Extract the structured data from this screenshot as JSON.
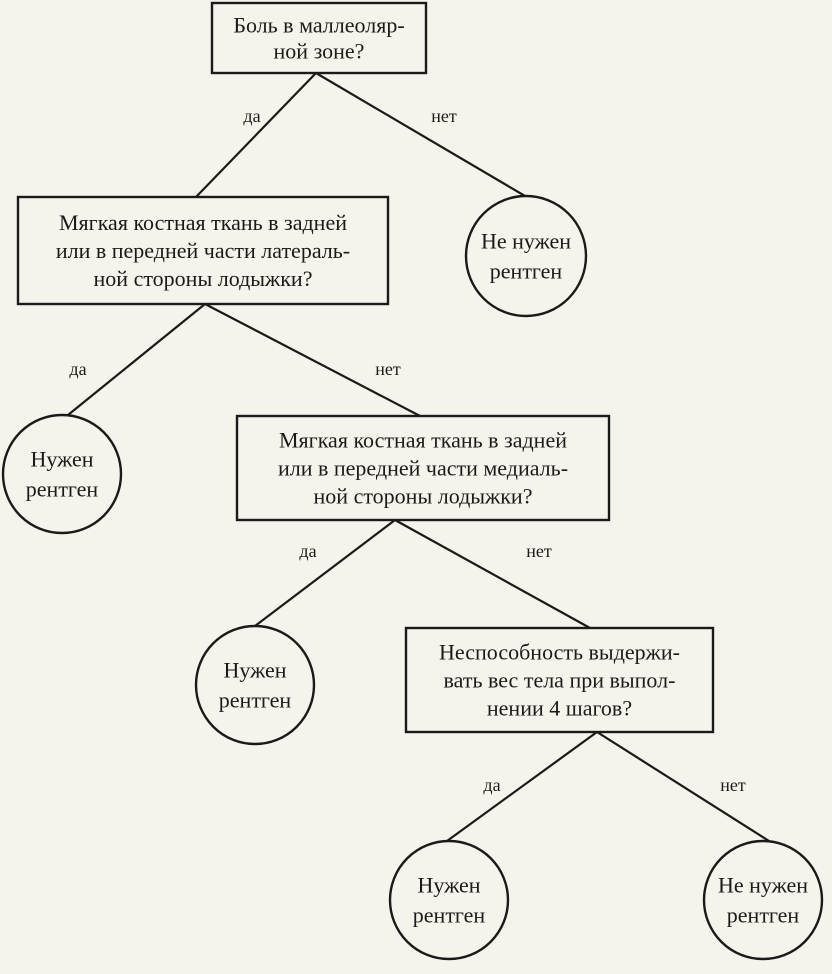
{
  "nodes": {
    "q1": {
      "kind": "question",
      "lines": [
        "Боль в маллеоляр-",
        "ной зоне?"
      ]
    },
    "q2": {
      "kind": "question",
      "lines": [
        "Мягкая костная ткань в задней",
        "или в передней части латераль-",
        "ной стороны лодыжки?"
      ]
    },
    "q3": {
      "kind": "question",
      "lines": [
        "Мягкая костная ткань в задней",
        "или в передней части медиаль-",
        "ной стороны лодыжки?"
      ]
    },
    "q4": {
      "kind": "question",
      "lines": [
        "Неспособность выдержи-",
        "вать вес тела при выпол-",
        "нении 4 шагов?"
      ]
    },
    "r1": {
      "kind": "outcome",
      "lines": [
        "Не нужен",
        "рентген"
      ]
    },
    "r2": {
      "kind": "outcome",
      "lines": [
        "Нужен",
        "рентген"
      ]
    },
    "r3": {
      "kind": "outcome",
      "lines": [
        "Нужен",
        "рентген"
      ]
    },
    "r4": {
      "kind": "outcome",
      "lines": [
        "Нужен",
        "рентген"
      ]
    },
    "r5": {
      "kind": "outcome",
      "lines": [
        "Не нужен",
        "рентген"
      ]
    }
  },
  "edges": [
    {
      "id": "e1",
      "from": "q1",
      "to": "q2",
      "label": "да"
    },
    {
      "id": "e2",
      "from": "q1",
      "to": "r1",
      "label": "нет"
    },
    {
      "id": "e3",
      "from": "q2",
      "to": "r2",
      "label": "да"
    },
    {
      "id": "e4",
      "from": "q2",
      "to": "q3",
      "label": "нет"
    },
    {
      "id": "e5",
      "from": "q3",
      "to": "r3",
      "label": "да"
    },
    {
      "id": "e6",
      "from": "q3",
      "to": "q4",
      "label": "нет"
    },
    {
      "id": "e7",
      "from": "q4",
      "to": "r4",
      "label": "да"
    },
    {
      "id": "e8",
      "from": "q4",
      "to": "r5",
      "label": "нет"
    }
  ]
}
